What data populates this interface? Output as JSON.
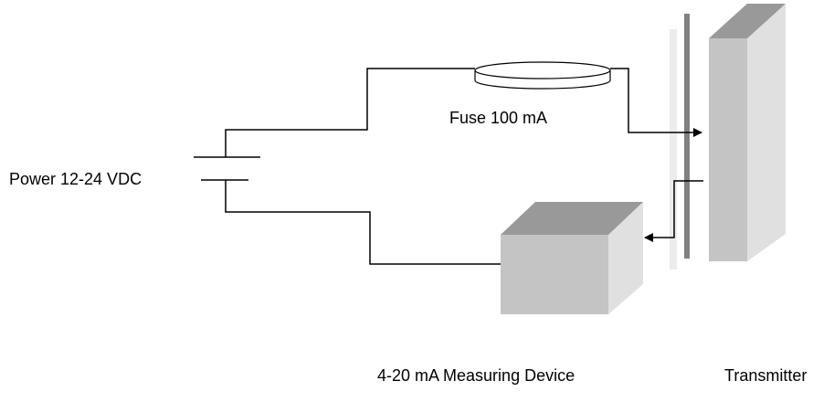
{
  "labels": {
    "power": "Power 12-24 VDC",
    "fuse": "Fuse 100 mA",
    "measuring_device": "4-20 mA Measuring Device",
    "transmitter": "Transmitter"
  },
  "colors": {
    "wire": "#000000",
    "box_front": "#c4c4c4",
    "box_top": "#999999",
    "box_side": "#e0e0e0",
    "panel_bar": "#808080",
    "panel_light": "#ececec"
  }
}
